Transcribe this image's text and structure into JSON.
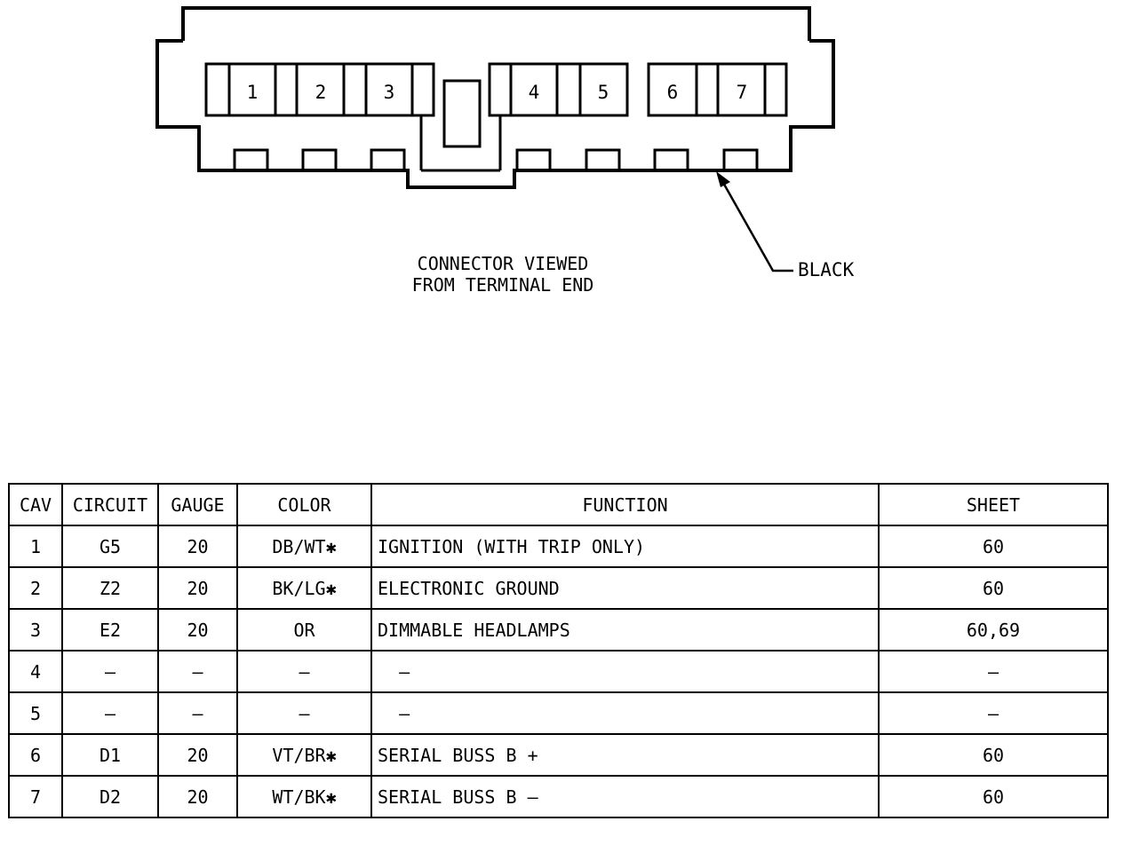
{
  "connector": {
    "cavities": [
      "1",
      "2",
      "3",
      "4",
      "5",
      "6",
      "7"
    ],
    "view_caption_line1": "CONNECTOR VIEWED",
    "view_caption_line2": "FROM TERMINAL END",
    "color_label": "BLACK"
  },
  "table": {
    "headers": {
      "cav": "CAV",
      "circuit": "CIRCUIT",
      "gauge": "GAUGE",
      "color": "COLOR",
      "function": "FUNCTION",
      "sheet": "SHEET"
    },
    "rows": [
      {
        "cav": "1",
        "circuit": "G5",
        "gauge": "20",
        "color": "DB/WT✱",
        "function": "IGNITION (WITH TRIP ONLY)",
        "sheet": "60"
      },
      {
        "cav": "2",
        "circuit": "Z2",
        "gauge": "20",
        "color": "BK/LG✱",
        "function": "ELECTRONIC GROUND",
        "sheet": "60"
      },
      {
        "cav": "3",
        "circuit": "E2",
        "gauge": "20",
        "color": "OR",
        "function": "DIMMABLE HEADLAMPS",
        "sheet": "60,69"
      },
      {
        "cav": "4",
        "circuit": "—",
        "gauge": "—",
        "color": "—",
        "function": "  —",
        "sheet": "—"
      },
      {
        "cav": "5",
        "circuit": "—",
        "gauge": "—",
        "color": "—",
        "function": "  —",
        "sheet": "—"
      },
      {
        "cav": "6",
        "circuit": "D1",
        "gauge": "20",
        "color": "VT/BR✱",
        "function": "SERIAL BUSS B +",
        "sheet": "60"
      },
      {
        "cav": "7",
        "circuit": "D2",
        "gauge": "20",
        "color": "WT/BK✱",
        "function": "SERIAL BUSS B —",
        "sheet": "60"
      }
    ]
  }
}
